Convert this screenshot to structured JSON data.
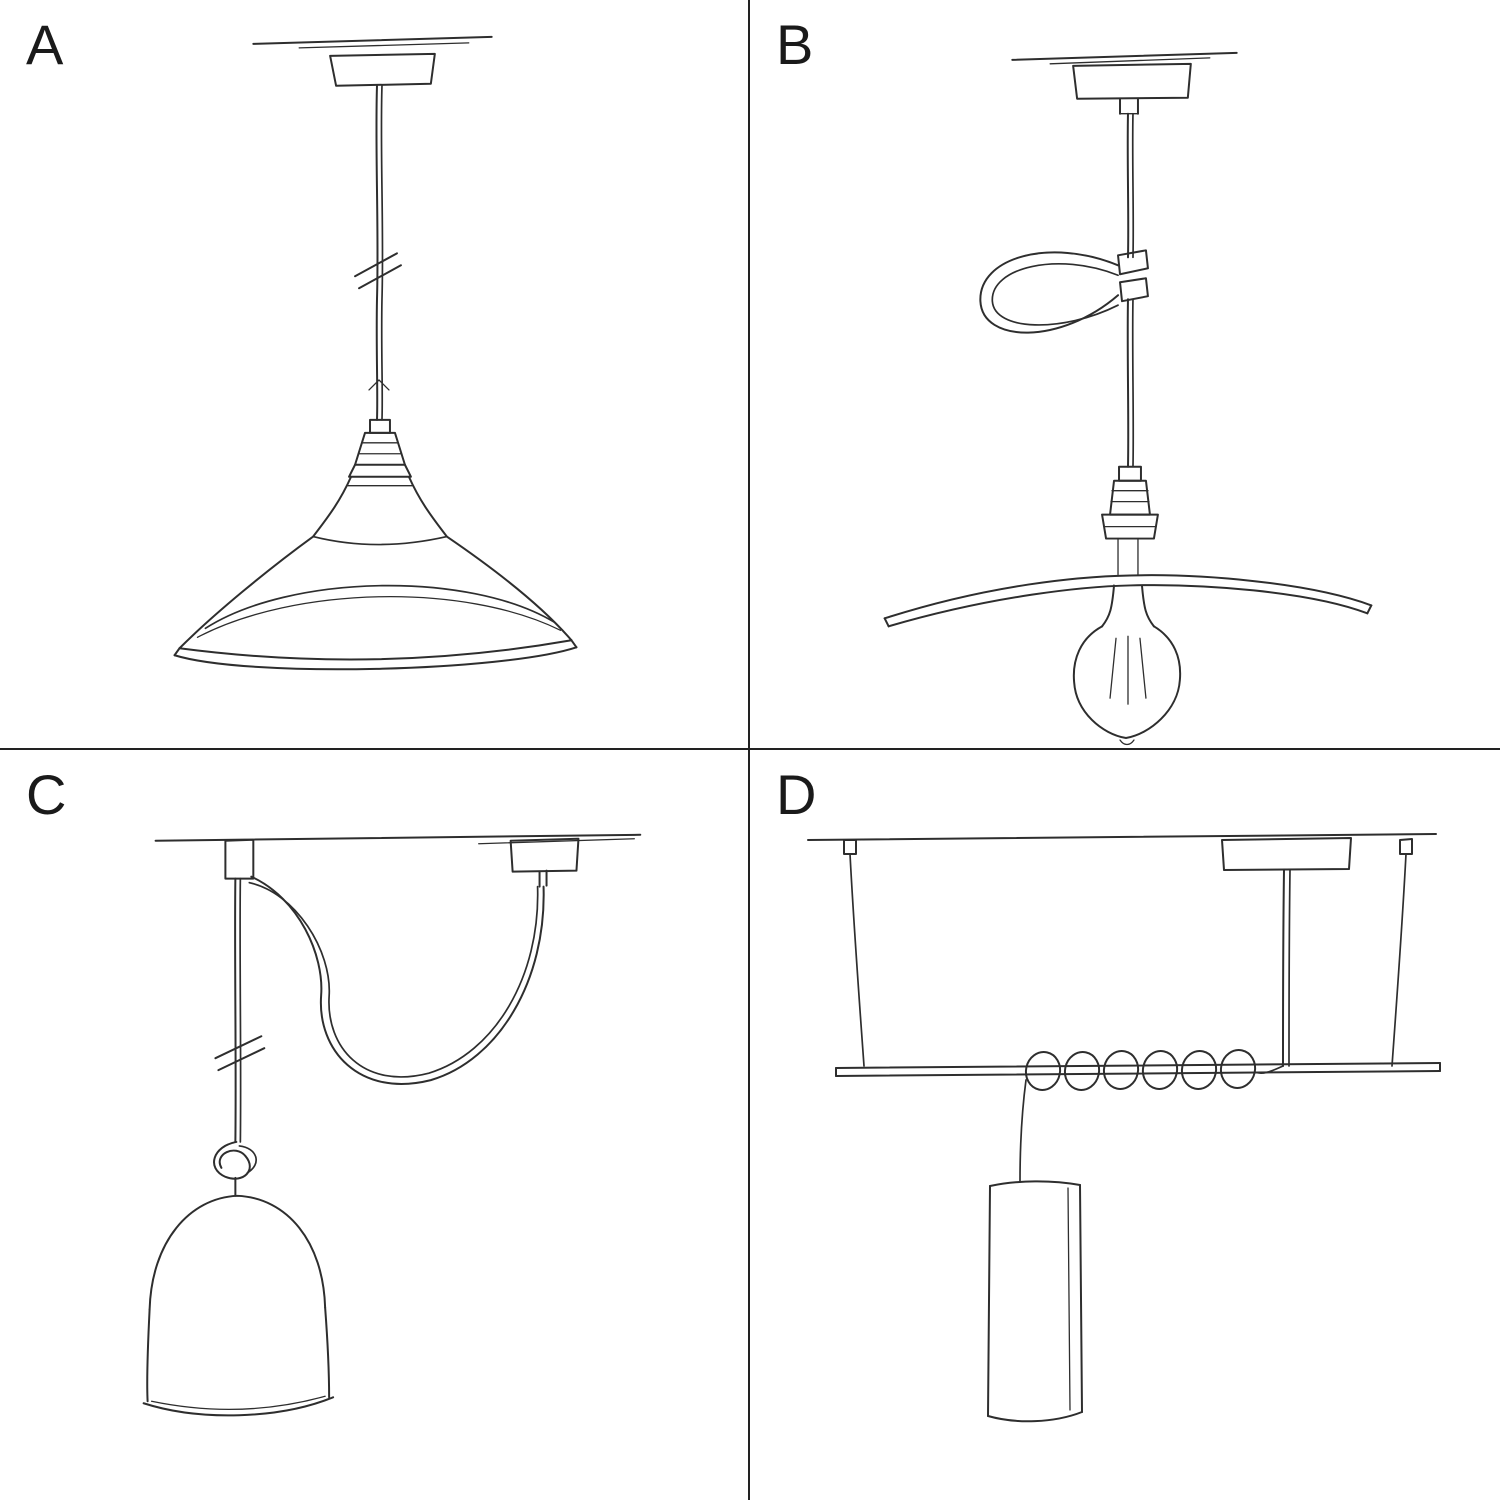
{
  "page": {
    "background_color": "#ffffff",
    "divider_color": "#222222",
    "sketch_stroke_color": "#2e2e2e",
    "label_color": "#1a1a1a"
  },
  "panels": [
    {
      "label": "A",
      "alt": "pendant-with-industrial-bowl-shade-sketch"
    },
    {
      "label": "B",
      "alt": "pendant-with-flat-plate-shade-bulb-and-swag-hook-sketch"
    },
    {
      "label": "C",
      "alt": "swag-pendant-with-hook-knot-and-bell-shade-sketch"
    },
    {
      "label": "D",
      "alt": "ceiling-bar-with-coiled-cable-and-tube-pendant-sketch"
    }
  ]
}
